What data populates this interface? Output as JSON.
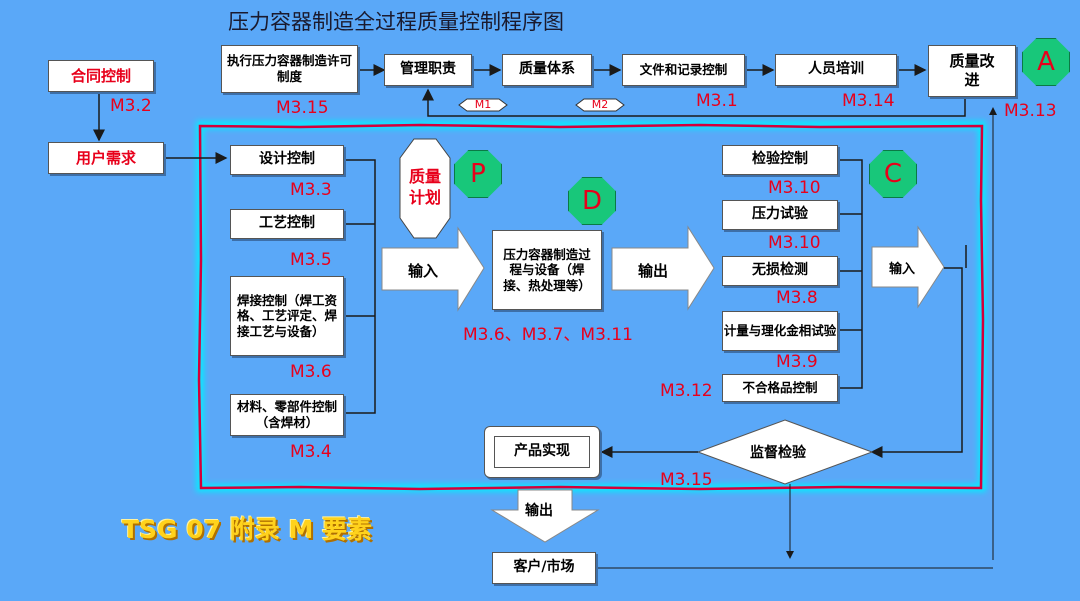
{
  "title": "压力容器制造全过程质量控制程序图",
  "footer_label": "TSG 07 附录 M 要素",
  "top_row": {
    "permit_box": "执行压力容器制造许可制度",
    "management": "管理职责",
    "quality_system": "质量体系",
    "doc_control": "文件和记录控制",
    "training": "人员培训",
    "improvement": "质量改进",
    "m1": "M1",
    "m2": "M2",
    "ref_permit": "M3.15",
    "ref_doc": "M3.1",
    "ref_training": "M3.14",
    "ref_improvement": "M3.13"
  },
  "left": {
    "contract": "合同控制",
    "ref_contract": "M3.2",
    "user_need": "用户需求"
  },
  "inputs": {
    "design": "设计控制",
    "ref_design": "M3.3",
    "process": "工艺控制",
    "ref_process": "M3.5",
    "welding": "焊接控制（焊工资格、工艺评定、焊接工艺与设备）",
    "ref_welding": "M3.6",
    "material": "材料、零部件控制（含焊材）",
    "ref_material": "M3.4"
  },
  "pdca": {
    "p": "P",
    "d": "D",
    "c": "C",
    "a": "A"
  },
  "quality_plan": "质量计划",
  "arrow_input": "输入",
  "manufacture": "压力容器制造过程与设备（焊接、热处理等）",
  "ref_manufacture": "M3.6、M3.7、M3.11",
  "arrow_output": "输出",
  "checks": {
    "inspection": "检验控制",
    "ref_inspection": "M3.10",
    "pressure_test": "压力试验",
    "ref_pressure": "M3.10",
    "ndt": "无损检测",
    "ref_ndt": "M3.8",
    "metrology": "计量与理化金相试验",
    "ref_metrology": "M3.9",
    "nonconform": "不合格品控制",
    "ref_nonconform": "M3.12"
  },
  "arrow_input2": "输入",
  "supervision": "监督检验",
  "ref_supervision": "M3.15",
  "product": "产品实现",
  "arrow_output2": "输出",
  "customer": "客户/市场",
  "colors": {
    "background": "#5aa8f8",
    "red": "#e8001b",
    "green": "#18c77a",
    "frame": "#d4003a",
    "glow": "#00f0ff"
  }
}
